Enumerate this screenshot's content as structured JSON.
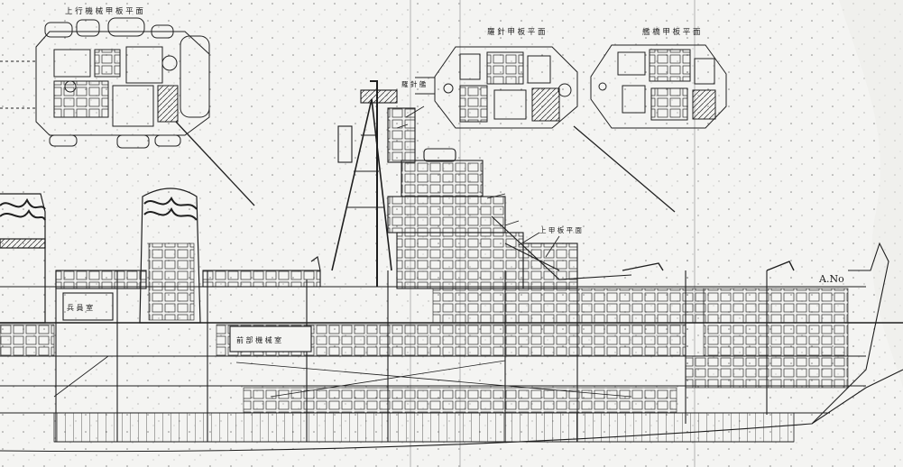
{
  "drawing": {
    "paper_color": "#f4f4f2",
    "ink_color": "#1c1c1c",
    "labels": [
      {
        "id": "plan-upper-left-title",
        "text": "上 行 機 械 甲 板 平 面"
      },
      {
        "id": "plan-center-title",
        "text": "羅 針 甲 板 平 面"
      },
      {
        "id": "plan-right-title",
        "text": "艦 橋 甲 板 平 面"
      },
      {
        "id": "compass-label",
        "text": "羅 針 艦"
      },
      {
        "id": "upper-deck-label",
        "text": "上 甲 板 平 面"
      },
      {
        "id": "aft-room-label",
        "text": "兵 員 室"
      },
      {
        "id": "engine-room-label",
        "text": "前 部 機 械 室"
      },
      {
        "id": "deck-marker",
        "text": "A.No"
      }
    ]
  }
}
